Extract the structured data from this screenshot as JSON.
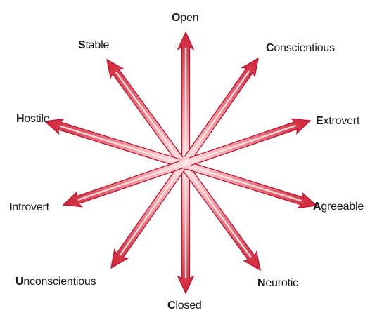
{
  "diagram": {
    "colors": {
      "arrow_edge": "#c8102e",
      "arrow_center": "#fbe3e3",
      "arrow_tip": "#e0303f",
      "label_text": "#1a1a1a",
      "background": "#ffffff"
    },
    "labels": {
      "open": {
        "initial": "O",
        "rest": "pen"
      },
      "closed": {
        "initial": "C",
        "rest": "losed"
      },
      "stable": {
        "initial": "S",
        "rest": "table"
      },
      "neurotic": {
        "initial": "N",
        "rest": "eurotic"
      },
      "conscientious": {
        "initial": "C",
        "rest": "onscientious"
      },
      "unconscientious": {
        "initial": "U",
        "rest": "nconscientious"
      },
      "extrovert": {
        "initial": "E",
        "rest": "xtrovert"
      },
      "introvert": {
        "initial": "I",
        "rest": "ntrovert"
      },
      "hostile": {
        "initial": "H",
        "rest": "ostile"
      },
      "agreeable": {
        "initial": "A",
        "rest": "greeable"
      }
    }
  }
}
